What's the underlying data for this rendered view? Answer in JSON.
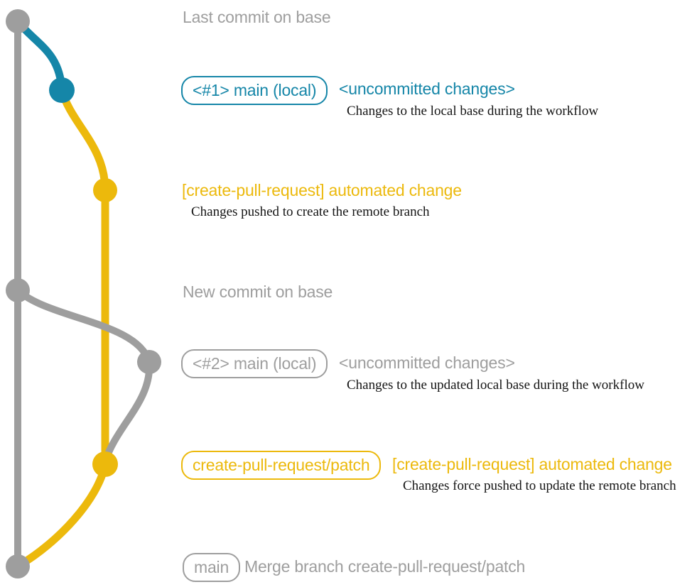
{
  "colors": {
    "gray": "#9e9e9e",
    "teal": "#1586a8",
    "yellow": "#ecb90c",
    "note_text": "#141414",
    "background": "#ffffff"
  },
  "graph": {
    "branches": [
      {
        "name": "base",
        "color_key": "gray"
      },
      {
        "name": "main (local)",
        "color_key": "teal"
      },
      {
        "name": "create-pull-request/patch",
        "color_key": "yellow"
      }
    ],
    "commits": [
      {
        "label": "Last commit on base",
        "branch": "base"
      },
      {
        "label": "<#1> main (local) uncommitted changes",
        "branch": "main (local)"
      },
      {
        "label": "[create-pull-request] automated change",
        "branch": "create-pull-request/patch"
      },
      {
        "label": "New commit on base",
        "branch": "base"
      },
      {
        "label": "<#2> main (local) uncommitted changes",
        "branch": "main (local)"
      },
      {
        "label": "[create-pull-request] automated change (force push)",
        "branch": "create-pull-request/patch"
      },
      {
        "label": "Merge branch create-pull-request/patch",
        "branch": "base"
      }
    ]
  },
  "annotations": {
    "row1": {
      "text": "Last commit on base"
    },
    "row2": {
      "badge": "<#1> main (local)",
      "title": "<uncommitted changes>",
      "note": "Changes to the local base during the workflow"
    },
    "row3": {
      "title": "[create-pull-request] automated change",
      "note": "Changes pushed to create the remote branch"
    },
    "row4": {
      "text": "New commit on base"
    },
    "row5": {
      "badge": "<#2> main (local)",
      "title": "<uncommitted changes>",
      "note": "Changes to the updated local base during the workflow"
    },
    "row6": {
      "badge": "create-pull-request/patch",
      "title": "[create-pull-request] automated change",
      "note": "Changes force pushed to update the remote branch"
    },
    "row7": {
      "badge": "main",
      "text": "Merge branch create-pull-request/patch"
    }
  }
}
